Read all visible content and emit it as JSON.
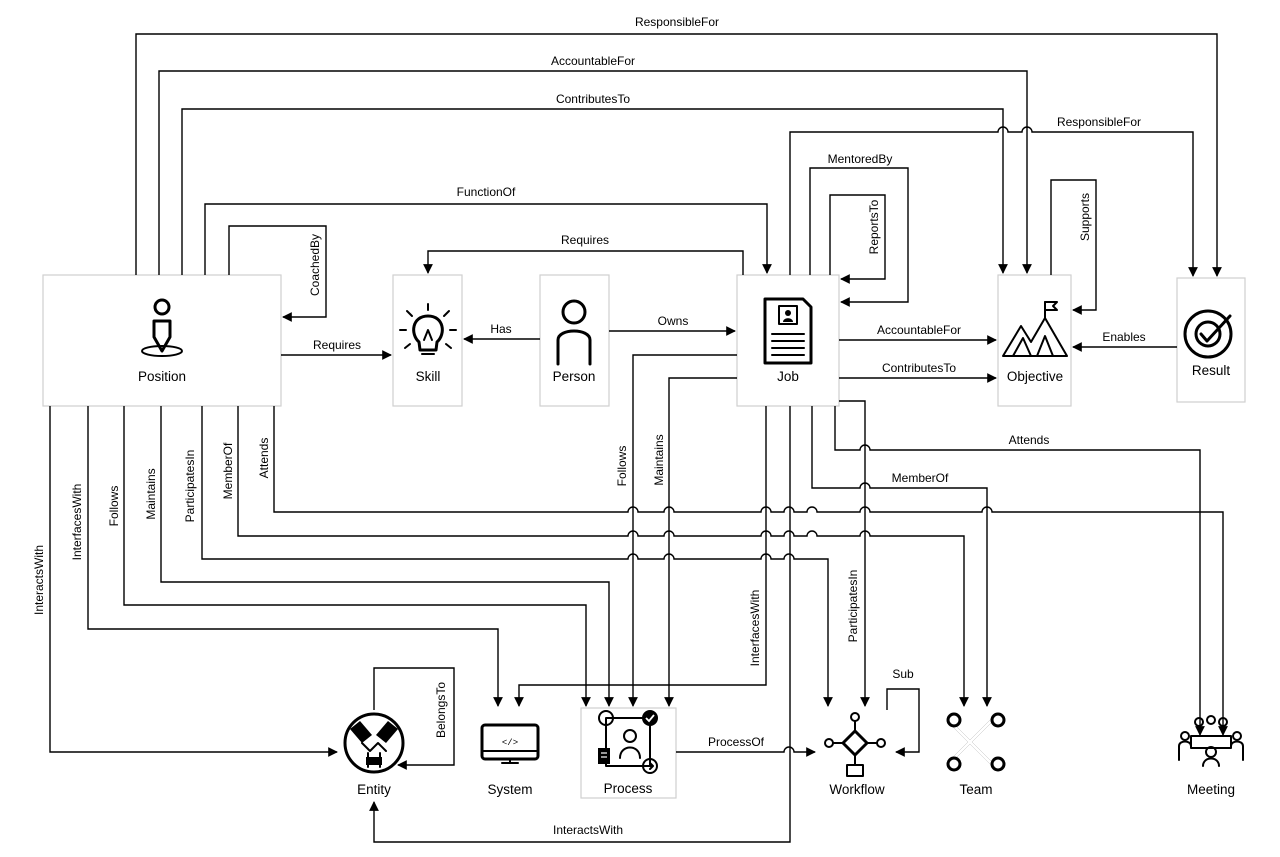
{
  "nodes": {
    "position": {
      "label": "Position",
      "icon": "person-pin-icon"
    },
    "skill": {
      "label": "Skill",
      "icon": "lightbulb-icon"
    },
    "person": {
      "label": "Person",
      "icon": "person-icon"
    },
    "job": {
      "label": "Job",
      "icon": "job-document-icon"
    },
    "objective": {
      "label": "Objective",
      "icon": "mountain-flag-icon"
    },
    "result": {
      "label": "Result",
      "icon": "target-check-icon"
    },
    "entity": {
      "label": "Entity",
      "icon": "handshake-icon"
    },
    "system": {
      "label": "System",
      "icon": "monitor-code-icon"
    },
    "process": {
      "label": "Process",
      "icon": "process-icon"
    },
    "workflow": {
      "label": "Workflow",
      "icon": "workflow-icon"
    },
    "team": {
      "label": "Team",
      "icon": "team-icon"
    },
    "meeting": {
      "label": "Meeting",
      "icon": "meeting-icon"
    }
  },
  "edges": {
    "position_responsiblefor_result": "ResponsibleFor",
    "position_accountablefor_objective": "AccountableFor",
    "position_contributesto_objective": "ContributesTo",
    "job_responsiblefor_result": "ResponsibleFor",
    "job_mentoredby_job": "MentoredBy",
    "job_reportsto_job": "ReportsTo",
    "objective_supports_objective": "Supports",
    "position_functionof_job": "FunctionOf",
    "job_requires_skill": "Requires",
    "position_coachedby_position": "CoachedBy",
    "position_requires_skill": "Requires",
    "person_has_skill": "Has",
    "person_owns_job": "Owns",
    "job_accountablefor_objective": "AccountableFor",
    "job_contributesto_objective": "ContributesTo",
    "result_enables_objective": "Enables",
    "job_attends_meeting": "Attends",
    "job_memberof_team": "MemberOf",
    "position_interactswith_entity": "InteractsWith",
    "position_interfaceswith_system": "InterfacesWith",
    "position_follows_process": "Follows",
    "position_maintains_process": "Maintains",
    "position_participatesin_workflow": "ParticipatesIn",
    "position_memberof_team": "MemberOf",
    "position_attends_meeting": "Attends",
    "job_follows_process": "Follows",
    "job_maintains_process": "Maintains",
    "job_interfaceswith_system": "InterfacesWith",
    "job_participatesin_workflow": "ParticipatesIn",
    "entity_belongsto_entity": "BelongsTo",
    "workflow_sub_workflow": "Sub",
    "process_processof_workflow": "ProcessOf",
    "job_interactswith_entity": "InteractsWith"
  }
}
